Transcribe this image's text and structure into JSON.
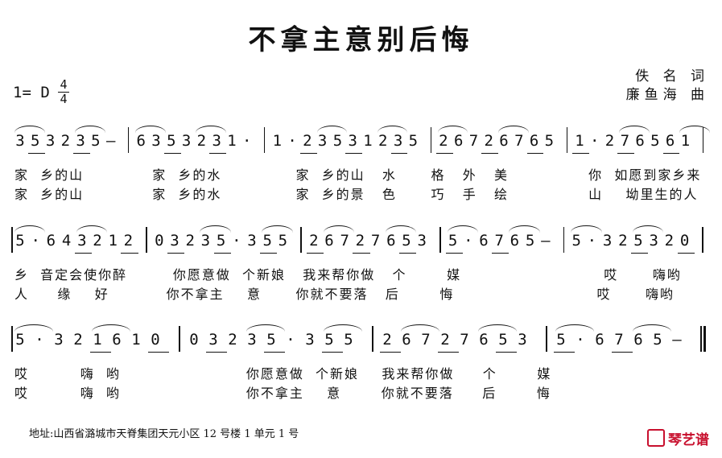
{
  "title": "不拿主意别后悔",
  "credits": {
    "lyricist": "佚 名 词",
    "composer": "廉鱼海 曲"
  },
  "key": "1= D",
  "time": {
    "top": "4",
    "bottom": "4"
  },
  "rows": [
    {
      "notes": [
        "3",
        "5",
        "3",
        "2",
        "3",
        "5",
        "–",
        "|",
        "6",
        "3",
        "5",
        "3",
        "2",
        "3",
        "1",
        "·",
        "|",
        "1",
        "·",
        "2",
        "3",
        "5",
        "3",
        "1",
        "2",
        "3",
        "5",
        "|",
        "2",
        "6",
        "7",
        "2",
        "6",
        "7",
        "6",
        "5",
        "|",
        "1",
        "·",
        "2",
        "7",
        "6",
        "5",
        "6",
        "1",
        "|"
      ],
      "lyric1": "家  乡的山            家  乡的水             家  乡的山   水      格   外   美              你  如愿到家乡来",
      "lyric2": "家  乡的山            家  乡的水             家  乡的景   色      巧   手   绘              山    坳里生的人"
    },
    {
      "notes": [
        "5",
        "·",
        "6",
        "4",
        "3",
        "2",
        "1",
        "2",
        "|",
        "0",
        "3",
        "2",
        "3",
        "5",
        "·",
        "3",
        "5",
        "5",
        "|",
        "2",
        "6",
        "7",
        "2",
        "7",
        "6",
        "5",
        "3",
        "|",
        "5",
        "·",
        "6",
        "7",
        "6",
        "5",
        "–",
        "|",
        "5",
        "·",
        "3",
        "2",
        "5",
        "3",
        "2",
        "0",
        "|"
      ],
      "lyric1": "乡  音定会使你醉        你愿意做  个新娘   我来帮你做   个       媒                         哎      嗨哟",
      "lyric2": "人     缘    好          你不拿主    意      你就不要落   后       悔                         哎      嗨哟"
    },
    {
      "notes": [
        "5",
        "·",
        "3",
        "2",
        "1",
        "6",
        "1",
        "0",
        "|",
        "0",
        "3",
        "2",
        "3",
        "5",
        "·",
        "3",
        "5",
        "5",
        "|",
        "2",
        "6",
        "7",
        "2",
        "7",
        "6",
        "5",
        "3",
        "|",
        "5",
        "·",
        "6",
        "7",
        "6",
        "5",
        "–",
        ":|"
      ],
      "lyric1": "哎         嗨  哟                      你愿意做  个新娘    我来帮你做     个       媒",
      "lyric2": "哎         嗨  哟                      你不拿主    意       你就不要落     后       悔"
    }
  ],
  "footer": "地址:山西省潞城市天脊集团天元小区 12 号楼 1 单元 1 号",
  "logo": "琴艺谱"
}
